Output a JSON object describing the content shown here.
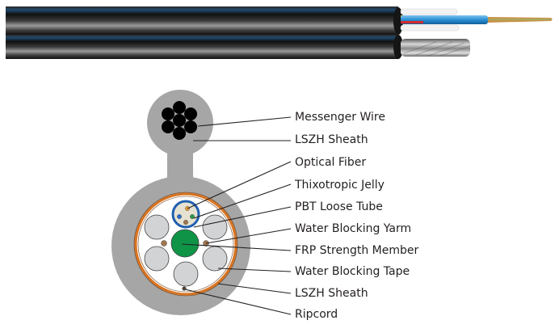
{
  "title": "Figure 8 self-supporting optical fiber cable structure",
  "colors": {
    "sheath_gray": "#a6a6a6",
    "messenger_black": "#000000",
    "tube_blue": "#1f5fb0",
    "jelly_cream": "#e6e2d2",
    "strength_green": "#0f9447",
    "tape_orange": "#d9731f",
    "filler_gray": "#d1d3d4",
    "yarn_brown": "#a07850",
    "leader_line": "#231f20",
    "cable_jacket": "#1a1a1a",
    "cable_highlight_blue": "#1f4a6e",
    "fiber_blue": "#3a9ad9"
  },
  "labels": [
    {
      "id": "messenger-wire",
      "text": "Messenger Wire"
    },
    {
      "id": "lszh-sheath-top",
      "text": "LSZH Sheath"
    },
    {
      "id": "optical-fiber",
      "text": "Optical Fiber"
    },
    {
      "id": "thixotropic-jelly",
      "text": "Thixotropic Jelly"
    },
    {
      "id": "pbt-loose-tube",
      "text": "PBT Loose Tube"
    },
    {
      "id": "water-blocking-yarm",
      "text": "Water Blocking Yarm"
    },
    {
      "id": "frp-strength-member",
      "text": "FRP Strength Member"
    },
    {
      "id": "water-blocking-tape",
      "text": "Water Blocking Tape"
    },
    {
      "id": "lszh-sheath-bottom",
      "text": "LSZH Sheath"
    },
    {
      "id": "ripcord",
      "text": "Ripcord"
    }
  ]
}
